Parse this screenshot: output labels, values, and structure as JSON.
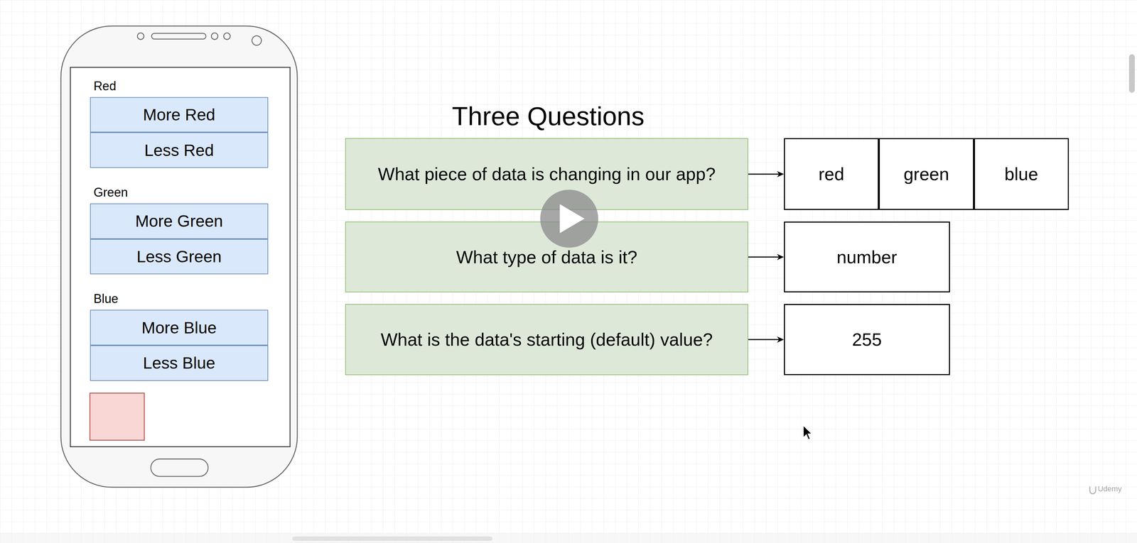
{
  "diagram": {
    "title": "Three Questions",
    "nodes": [
      {
        "text": [
          "More Red"
        ]
      },
      {
        "text": [
          "Less Red"
        ]
      },
      {
        "text": [
          "More Green"
        ]
      },
      {
        "text": [
          "Less Green"
        ]
      },
      {
        "text": [
          "More Blue"
        ]
      },
      {
        "text": [
          "Less Blue"
        ]
      },
      {
        "text": [
          "What piece of data is changing in our app?"
        ]
      },
      {
        "text": [
          "red"
        ]
      },
      {
        "text": [
          "green"
        ]
      },
      {
        "text": [
          "blue"
        ]
      },
      {
        "text": [
          "What type of data is it?"
        ]
      },
      {
        "text": [
          "number"
        ]
      },
      {
        "text": [
          "What is the data's starting (default) value?"
        ]
      },
      {
        "text": [
          "255"
        ]
      }
    ],
    "edges": [
      {
        "from": 6,
        "to": 7,
        "arrow": "to"
      },
      {
        "from": 10,
        "to": 11,
        "arrow": "to"
      },
      {
        "from": 12,
        "to": 13,
        "arrow": "to"
      }
    ],
    "labels": [
      "Red",
      "Green",
      "Blue",
      "Udemy"
    ]
  }
}
